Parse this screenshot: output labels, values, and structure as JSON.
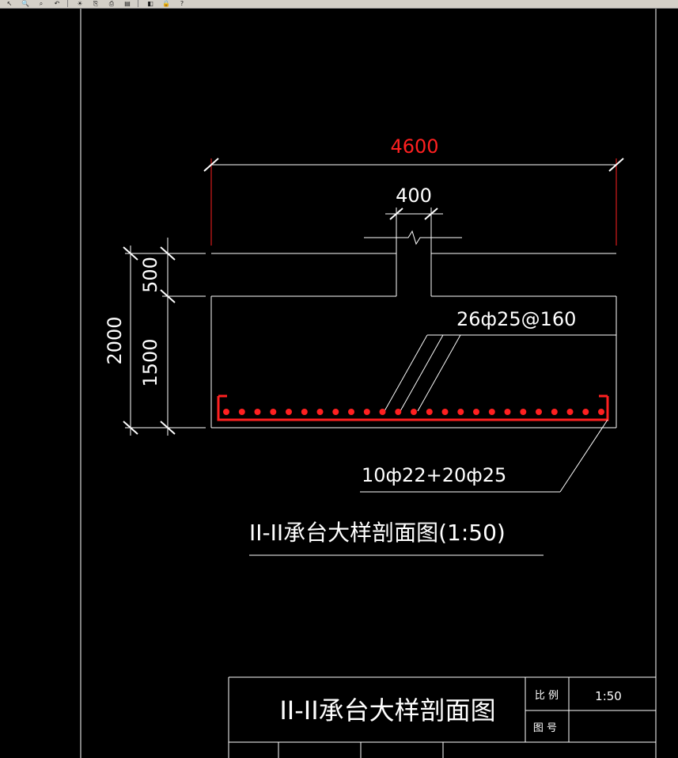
{
  "toolbar": {
    "icons": [
      "pan-icon",
      "zoom-realtime-icon",
      "zoom-window-icon",
      "zoom-previous-icon",
      "sun-icon",
      "copy-icon",
      "print-icon",
      "preview-icon",
      "layers-icon",
      "lock-icon",
      "help-icon"
    ],
    "glyphs": [
      "↖",
      "🔍",
      "⌕",
      "↶",
      "☀",
      "⎘",
      "⎙",
      "▤",
      "◧",
      "🔒",
      "?"
    ]
  },
  "drawing": {
    "dim_overall_width": "4600",
    "dim_column_width": "400",
    "dim_total_height": "2000",
    "dim_top_height": "500",
    "dim_bottom_height": "1500",
    "rebar_top_label": "26ф25@160",
    "rebar_bottom_label": "10ф22+20ф25",
    "section_title": "II-II承台大样剖面图(1:50)",
    "colors": {
      "red": "#ff2020",
      "line": "#ffffff"
    }
  },
  "title_block": {
    "drawing_name": "II-II承台大样剖面图",
    "scale_label": "比 例",
    "scale_value": "1:50",
    "drawing_no_label": "图 号",
    "drawing_no_value": ""
  }
}
